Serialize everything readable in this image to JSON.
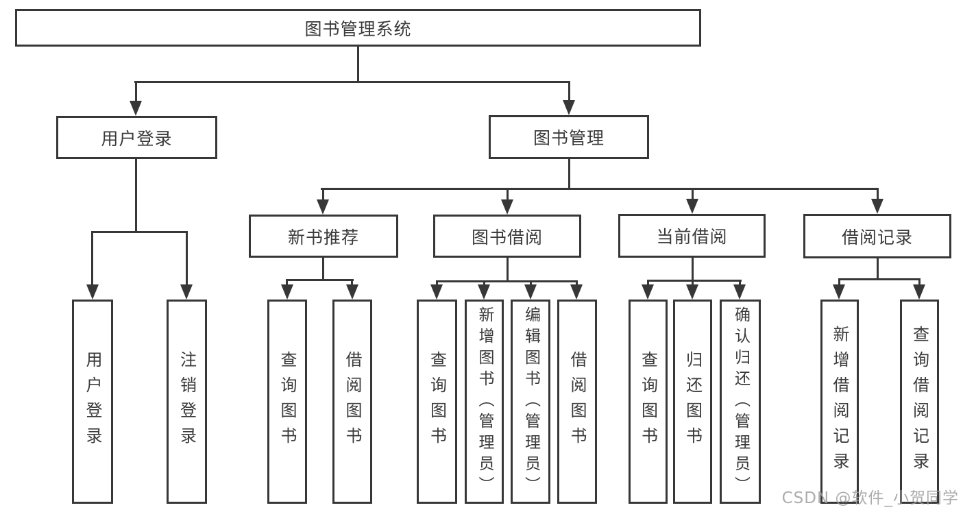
{
  "root": {
    "label": "图书管理系统"
  },
  "level2": {
    "user_login": {
      "label": "用户登录"
    },
    "book_management": {
      "label": "图书管理"
    }
  },
  "level3": {
    "new_book_recommend": {
      "label": "新书推荐"
    },
    "book_borrowing": {
      "label": "图书借阅"
    },
    "current_borrowing": {
      "label": "当前借阅"
    },
    "borrowing_records": {
      "label": "借阅记录"
    }
  },
  "leaves": {
    "user_login_leaf": {
      "label": "用户登录"
    },
    "logout": {
      "label": "注销登录"
    },
    "nb_query_books": {
      "label": "查询图书"
    },
    "nb_borrow_books": {
      "label": "借阅图书"
    },
    "bb_query_books": {
      "label": "查询图书"
    },
    "bb_add_books": {
      "label": "新增图书（管理员）"
    },
    "bb_edit_books": {
      "label": "编辑图书（管理员）"
    },
    "bb_borrow_books": {
      "label": "借阅图书"
    },
    "cb_query_books": {
      "label": "查询图书"
    },
    "cb_return_books": {
      "label": "归还图书"
    },
    "cb_confirm_return": {
      "label": "确认归还（管理员）"
    },
    "br_add_record": {
      "label": "新增借阅记录"
    },
    "br_query_record": {
      "label": "查询借阅记录"
    }
  },
  "watermark": {
    "text": "CSDN @软件_小贺同学"
  },
  "colors": {
    "line": "#373737",
    "text": "#3a3a3a",
    "watermark": "#9e9e9e",
    "background": "#ffffff"
  }
}
